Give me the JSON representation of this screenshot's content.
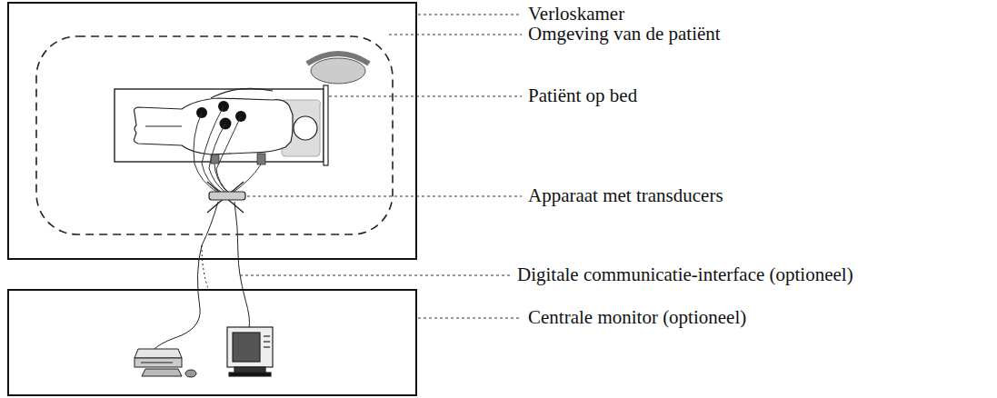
{
  "diagram": {
    "labels": [
      "Verloskamer",
      "Omgeving van de patiënt",
      "Patiënt op bed",
      "Apparaat met transducers",
      "Digitale communicatie-interface (optioneel)",
      "Centrale monitor (optioneel)"
    ]
  }
}
